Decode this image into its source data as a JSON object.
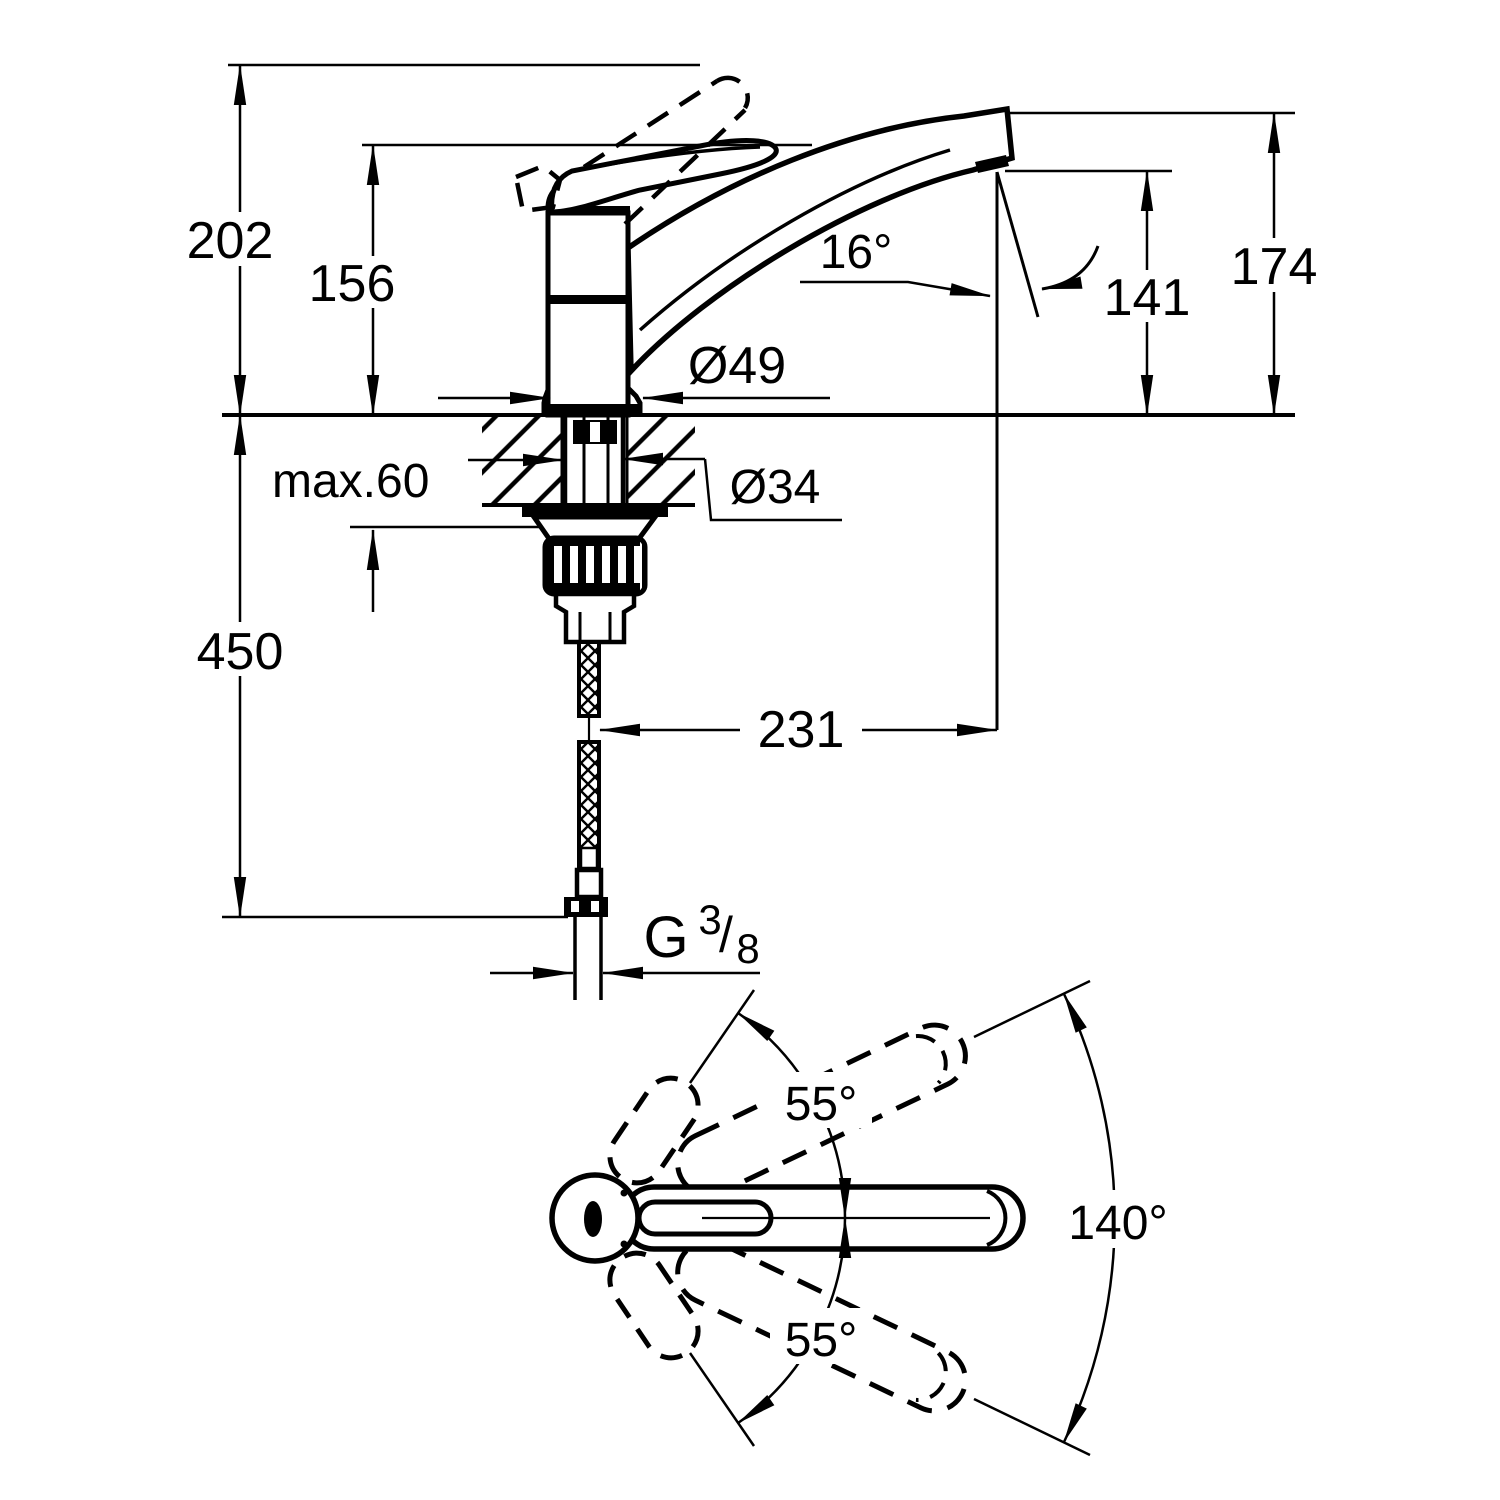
{
  "drawing": {
    "kind": "faucet dimensional drawing",
    "colors": {
      "line": "#000000",
      "background": "#ffffff"
    },
    "dimensions": {
      "total_height": "202",
      "lever_height": "156",
      "below_counter_depth": "450",
      "counter_thickness_max": "max.60",
      "shank_diameter": "Ø34",
      "base_diameter": "Ø49",
      "spout_outlet_angle": "16°",
      "outlet_height": "141",
      "spout_top_height": "174",
      "spout_reach": "231",
      "thread_letter": "G",
      "thread_numerator": "3",
      "thread_slash": "/",
      "thread_denominator": "8",
      "handle_swing_up": "55°",
      "handle_swing_down": "55°",
      "swivel_range": "140°"
    }
  }
}
